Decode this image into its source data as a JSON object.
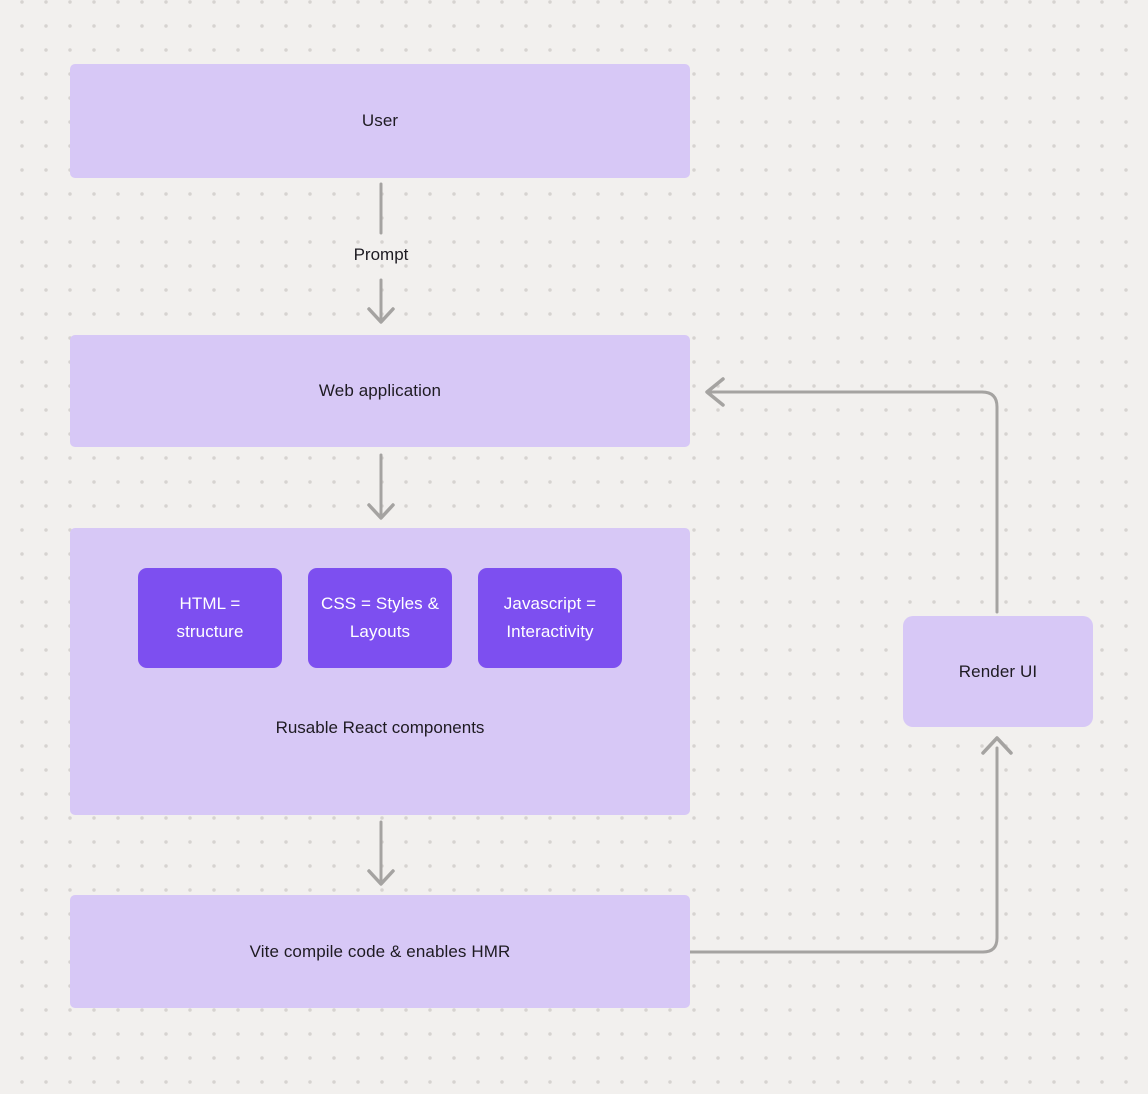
{
  "diagram": {
    "nodes": {
      "user": {
        "label": "User"
      },
      "web_application": {
        "label": "Web application"
      },
      "components_group": {
        "label": "Rusable React components",
        "children": [
          {
            "label": "HTML = structure"
          },
          {
            "label": "CSS = Styles & Layouts"
          },
          {
            "label": "Javascript = Interactivity"
          }
        ]
      },
      "vite": {
        "label": "Vite compile code & enables HMR"
      },
      "render_ui": {
        "label": "Render UI"
      }
    },
    "edges": [
      {
        "from": "user",
        "to": "web_application",
        "label": "Prompt"
      },
      {
        "from": "web_application",
        "to": "components_group",
        "label": ""
      },
      {
        "from": "components_group",
        "to": "vite",
        "label": ""
      },
      {
        "from": "vite",
        "to": "render_ui",
        "label": ""
      },
      {
        "from": "render_ui",
        "to": "web_application",
        "label": ""
      }
    ],
    "colors": {
      "background": "#f2f0ee",
      "dot": "#d6d3d0",
      "node_light": "#d7c8f6",
      "node_dark": "#7d4ff0",
      "arrow": "#a5a3a1",
      "text_dark": "#1e1b22",
      "text_light": "#ffffff"
    }
  }
}
